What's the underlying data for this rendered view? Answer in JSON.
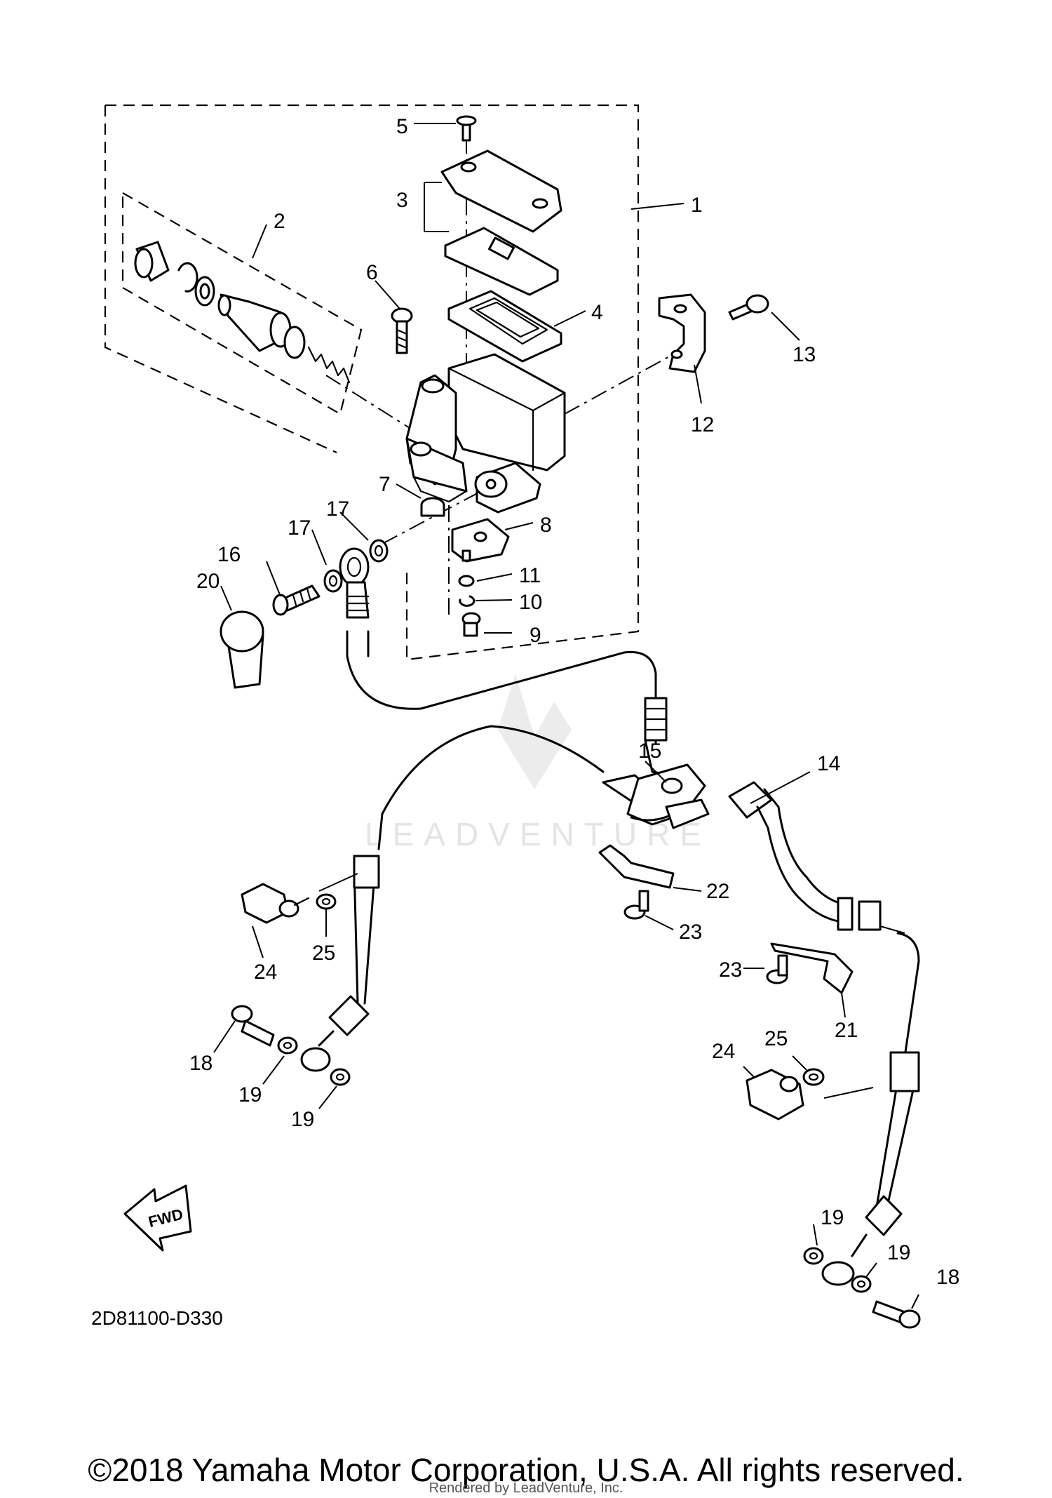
{
  "diagram_code": "2D81100-D330",
  "fwd_label": "FWD",
  "watermark": "LEADVENTURE",
  "copyright": "©2018 Yamaha Motor Corporation, U.S.A. All rights reserved.",
  "rendered_by": "Rendered by LeadVenture, Inc.",
  "callouts": [
    "1",
    "2",
    "3",
    "4",
    "5",
    "6",
    "7",
    "8",
    "9",
    "10",
    "11",
    "12",
    "13",
    "14",
    "15",
    "16",
    "17",
    "17",
    "18",
    "18",
    "19",
    "19",
    "19",
    "19",
    "20",
    "21",
    "22",
    "23",
    "23",
    "24",
    "24",
    "25",
    "25"
  ]
}
